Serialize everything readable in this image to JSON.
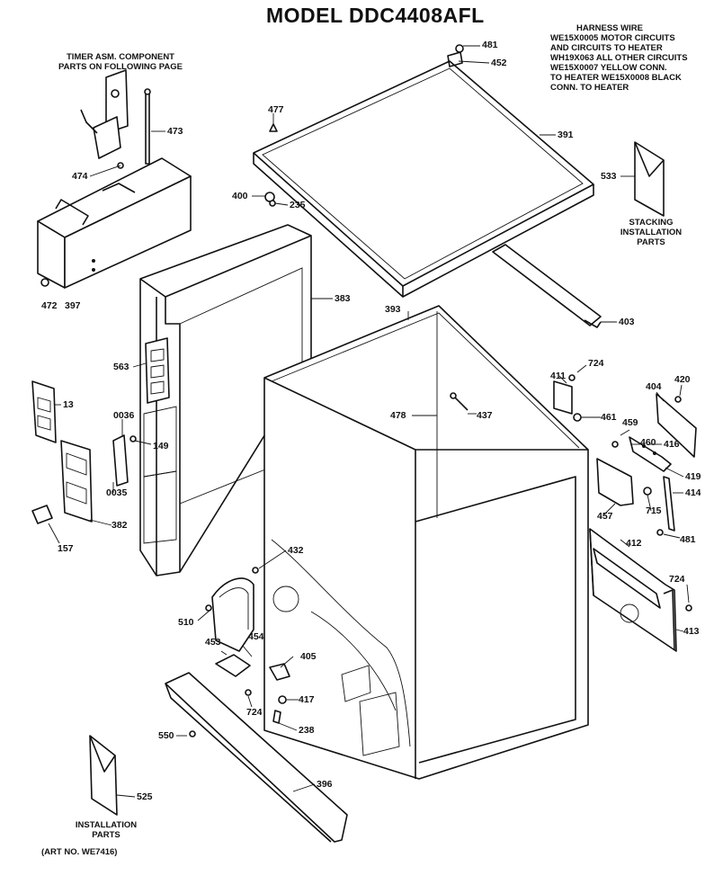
{
  "title": "MODEL DDC4408AFL",
  "notes": {
    "timer": [
      "TIMER ASM. COMPONENT",
      "PARTS ON FOLLOWING PAGE"
    ],
    "harness_heading": "HARNESS WIRE",
    "harness_lines": [
      "WE15X0005 MOTOR CIRCUITS",
      "AND CIRCUITS TO HEATER",
      "WH19X063 ALL OTHER CIRCUITS",
      "WE15X0007 YELLOW CONN.",
      "TO HEATER   WE15X0008 BLACK",
      "CONN. TO HEATER"
    ],
    "stacking": [
      "STACKING",
      "INSTALLATION",
      "PARTS"
    ],
    "installation": [
      "INSTALLATION",
      "PARTS"
    ],
    "art_no": "(ART NO. WE7416)"
  },
  "part_numbers": {
    "p481a": "481",
    "p452": "452",
    "p477": "477",
    "p391": "391",
    "p533": "533",
    "p473": "473",
    "p474": "474",
    "p400": "400",
    "p235": "235",
    "p383": "383",
    "p472": "472",
    "p397": "397",
    "p393": "393",
    "p403": "403",
    "p563": "563",
    "p724a": "724",
    "p411": "411",
    "p420": "420",
    "p404": "404",
    "p13": "13",
    "p478": "478",
    "p437": "437",
    "p461": "461",
    "p460": "460",
    "p459": "459",
    "p416": "416",
    "p0036": "0036",
    "p149": "149",
    "p0035": "0035",
    "p419": "419",
    "p414": "414",
    "p457": "457",
    "p715": "715",
    "p382": "382",
    "p157": "157",
    "p481b": "481",
    "p412": "412",
    "p432": "432",
    "p724b": "724",
    "p510": "510",
    "p454": "454",
    "p453": "453",
    "p405": "405",
    "p413": "413",
    "p417": "417",
    "p724c": "724",
    "p238": "238",
    "p550": "550",
    "p396": "396",
    "p525": "525"
  }
}
